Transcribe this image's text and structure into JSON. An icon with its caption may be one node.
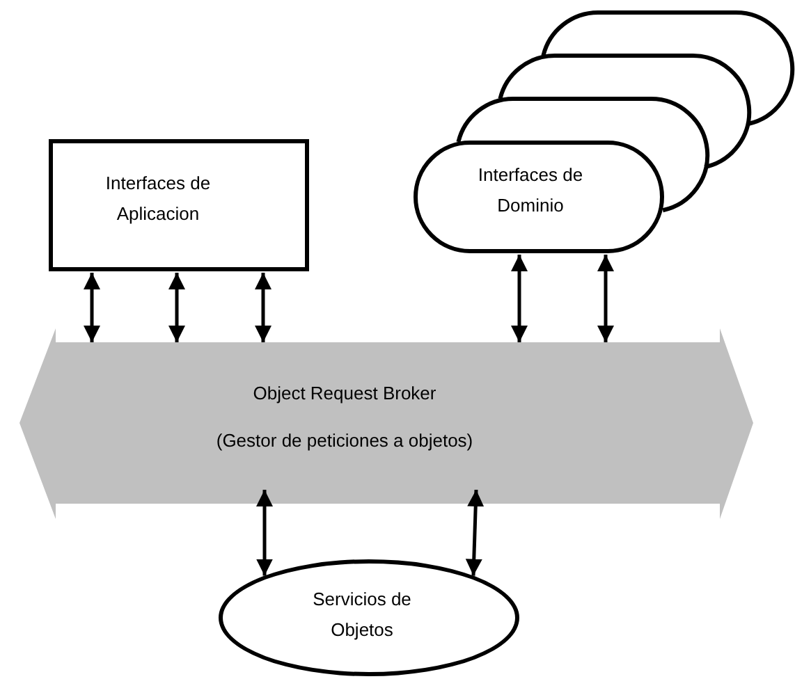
{
  "diagram": {
    "nodes": [
      {
        "text": [
          "Interfaces de Aplicacion"
        ]
      },
      {
        "text": [],
        "shape": "stadium"
      },
      {
        "text": [],
        "shape": "stadium"
      },
      {
        "text": [],
        "shape": "stadium"
      },
      {
        "text": [
          "Interfaces de Dominio"
        ]
      },
      {
        "text": [
          "Object Request Broker",
          "(Gestor de peticiones a objetos)"
        ]
      },
      {
        "text": [
          "Servicios de Objetos"
        ]
      }
    ],
    "edges": [
      {
        "from": 0,
        "to": 5,
        "arrow": "both"
      },
      {
        "from": 0,
        "to": 5,
        "arrow": "both"
      },
      {
        "from": 0,
        "to": 5,
        "arrow": "both"
      },
      {
        "from": 4,
        "to": 5,
        "arrow": "both"
      },
      {
        "from": 4,
        "to": 5,
        "arrow": "both"
      },
      {
        "from": 5,
        "to": 6,
        "arrow": "both"
      },
      {
        "from": 5,
        "to": 6,
        "arrow": "both"
      }
    ]
  }
}
